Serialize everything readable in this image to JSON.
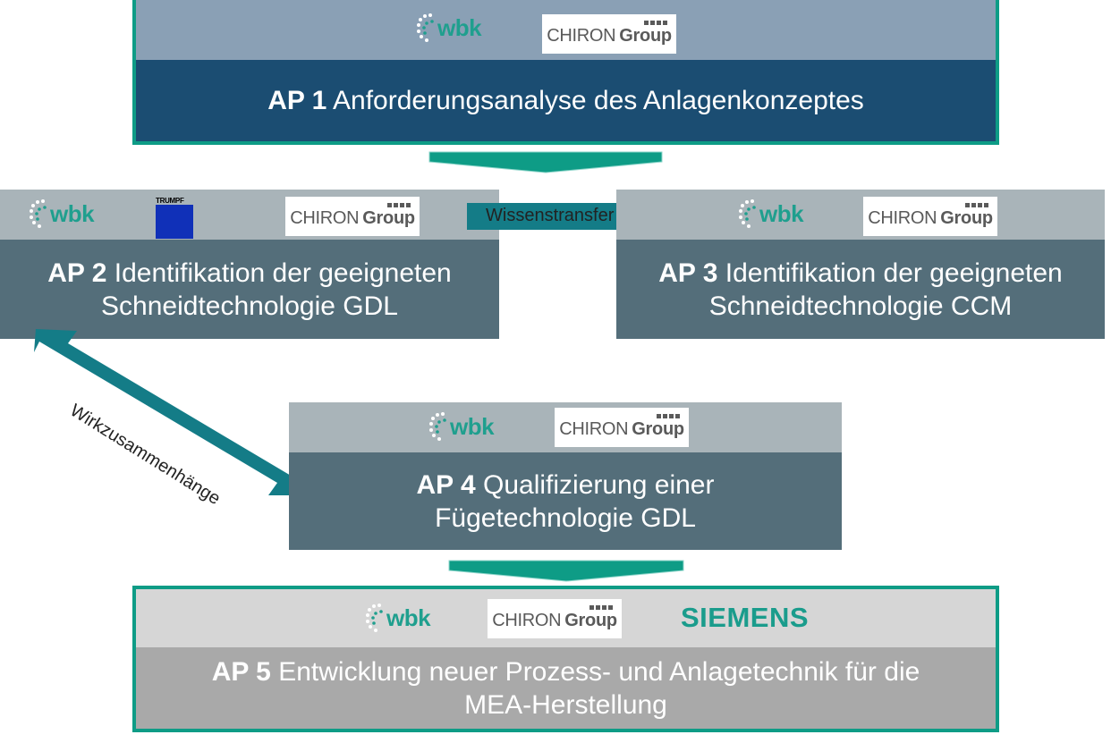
{
  "logos": {
    "wbk": "wbk",
    "chiron_a": "CHIRON",
    "chiron_b": "Group",
    "trumpf": "TRUMPF",
    "siemens": "SIEMENS"
  },
  "boxes": {
    "ap1": {
      "id": "AP 1",
      "title": "Anforderungsanalyse des Anlagenkonzeptes"
    },
    "ap2": {
      "id": "AP 2",
      "title": "Identifikation der geeigneten\nSchneidtechnologie GDL"
    },
    "ap3": {
      "id": "AP 3",
      "title": "Identifikation der geeigneten\nSchneidtechnologie CCM"
    },
    "ap4": {
      "id": "AP 4",
      "title": "Qualifizierung einer\nFügetechnologie GDL"
    },
    "ap5": {
      "id": "AP 5",
      "title": "Entwicklung neuer Prozess- und Anlagetechnik für die\nMEA-Herstellung"
    }
  },
  "arrows": {
    "knowledge_transfer": "Wissenstransfer",
    "interactions": "Wirkzusammenhänge"
  },
  "colors": {
    "teal": "#0e9c86",
    "ap1_bg": "#1b4d72",
    "ap1_logo_bg": "#8aa0b5",
    "grey_dark": "#546e7a",
    "grey_logo": "#a9b4b9",
    "ap5_bg": "#a9a9a9",
    "ap5_logo_bg": "#d6d6d6",
    "arrow_dark": "#147c87"
  }
}
